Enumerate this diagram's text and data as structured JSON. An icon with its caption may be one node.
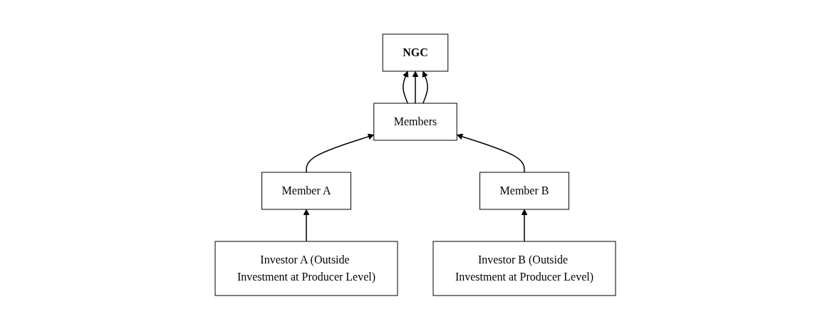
{
  "diagram": {
    "nodes": [
      {
        "text": [
          "NGC"
        ]
      },
      {
        "text": [
          "Members"
        ]
      },
      {
        "text": [
          "Investor A (Outside Investment at Producer Level)"
        ]
      },
      {
        "text": [
          "Member A"
        ]
      },
      {
        "text": [
          "Member B"
        ]
      },
      {
        "text": [
          "Investor B (Outside Investment at Producer Level)"
        ]
      }
    ],
    "edges": [
      {
        "from": 1,
        "to": 0,
        "arrow": "to"
      },
      {
        "from": 1,
        "to": 0,
        "arrow": "to"
      },
      {
        "from": 1,
        "to": 0,
        "arrow": "to"
      },
      {
        "from": 3,
        "to": 1,
        "arrow": "to"
      },
      {
        "from": 4,
        "to": 1,
        "arrow": "to"
      },
      {
        "from": 2,
        "to": 3,
        "arrow": "to"
      },
      {
        "from": 5,
        "to": 4,
        "arrow": "to"
      }
    ]
  }
}
